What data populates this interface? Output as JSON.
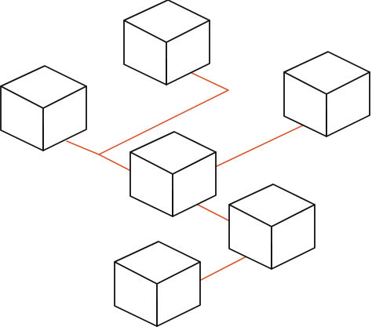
{
  "diagram": {
    "type": "network-topology",
    "node_shape": "isometric-cube",
    "colors": {
      "background": "#ffffff",
      "node_fill": "#ffffff",
      "node_stroke": "#111111",
      "edge": "#d9542b"
    },
    "nodes": [
      {
        "id": "top-cube"
      },
      {
        "id": "left-cube"
      },
      {
        "id": "right-cube"
      },
      {
        "id": "center-cube"
      },
      {
        "id": "lower-right-cube"
      },
      {
        "id": "bottom-cube"
      }
    ],
    "edges": [
      {
        "from": "top-cube",
        "to": "left-cube"
      },
      {
        "from": "left-cube",
        "to": "center-cube"
      },
      {
        "from": "center-cube",
        "to": "right-cube"
      },
      {
        "from": "center-cube",
        "to": "lower-right-cube"
      },
      {
        "from": "lower-right-cube",
        "to": "bottom-cube"
      }
    ]
  }
}
